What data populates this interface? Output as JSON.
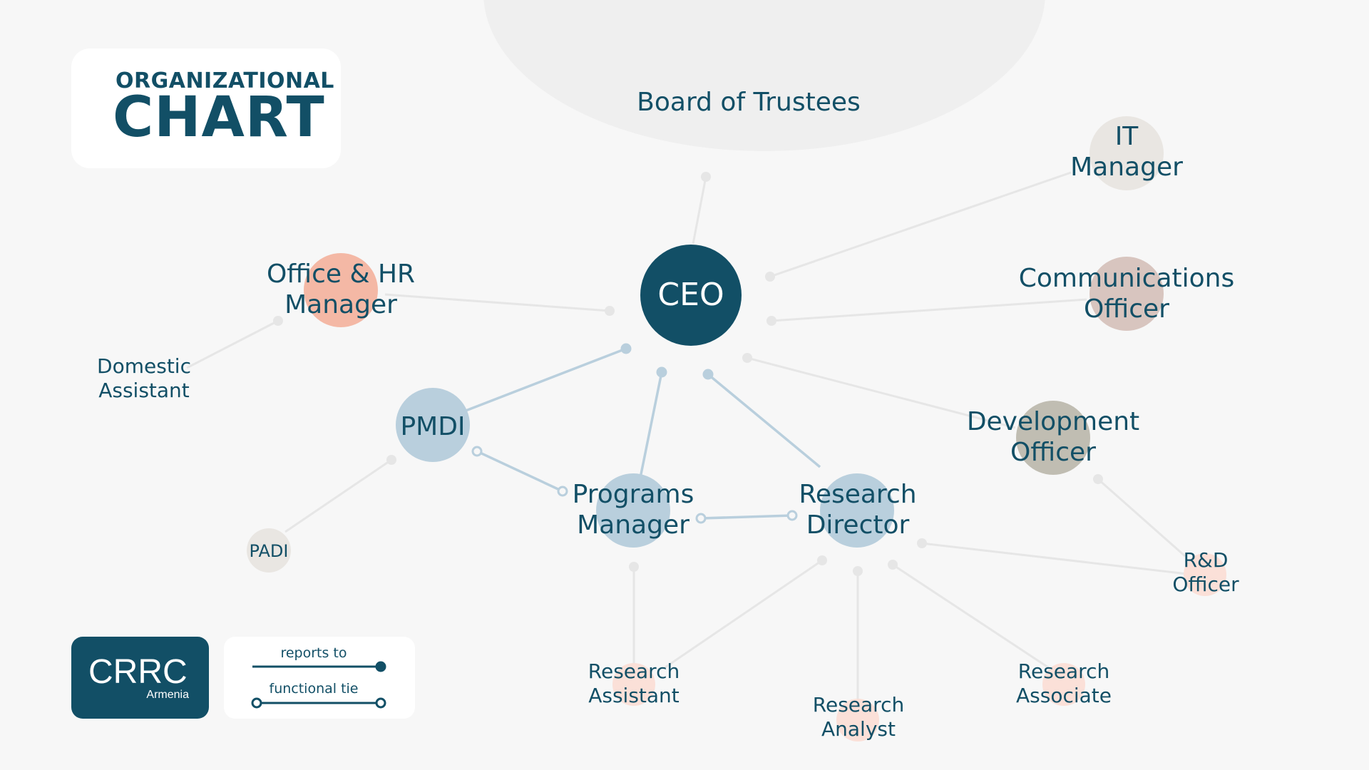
{
  "title": {
    "line1": "ORGANIZATIONAL",
    "line2": "CHART"
  },
  "logo": {
    "main": "CRRC",
    "sub": "Armenia"
  },
  "legend": {
    "reports_to": "reports to",
    "functional_tie": "functional tie"
  },
  "colors": {
    "primary": "#124f66",
    "pmdi_blue": "#b9cfdd",
    "salmon": "#f4b8a5",
    "light_gray": "#e9e6e2",
    "taupe": "#d8c5bf",
    "khaki": "#c0bdb2",
    "line_gray": "#e6e6e6"
  },
  "nodes": {
    "board": {
      "label": "Board of Trustees"
    },
    "ceo": {
      "label": "CEO"
    },
    "it_manager": {
      "label_line1": "IT",
      "label_line2": "Manager"
    },
    "office_hr": {
      "label_line1": "Office & HR",
      "label_line2": "Manager"
    },
    "communications": {
      "label_line1": "Communications",
      "label_line2": "Officer"
    },
    "domestic": {
      "label_line1": "Domestic",
      "label_line2": "Assistant"
    },
    "pmdi": {
      "label": "PMDI"
    },
    "development": {
      "label_line1": "Development",
      "label_line2": "Officer"
    },
    "programs": {
      "label_line1": "Programs",
      "label_line2": "Manager"
    },
    "research_director": {
      "label_line1": "Research",
      "label_line2": "Director"
    },
    "padi": {
      "label": "PADI"
    },
    "rd_officer": {
      "label_line1": "R&D",
      "label_line2": "Officer"
    },
    "research_assistant": {
      "label_line1": "Research",
      "label_line2": "Assistant"
    },
    "research_associate": {
      "label_line1": "Research",
      "label_line2": "Associate"
    },
    "research_analyst": {
      "label_line1": "Research",
      "label_line2": "Analyst"
    }
  }
}
